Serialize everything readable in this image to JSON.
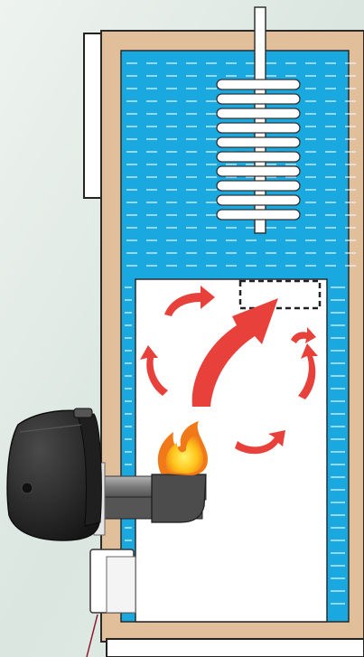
{
  "diagram": {
    "subject": "boiler-cross-section",
    "components": [
      {
        "id": "boiler-casing",
        "kind": "insulated-shell"
      },
      {
        "id": "water-jacket",
        "kind": "water"
      },
      {
        "id": "heat-exchanger-coil",
        "kind": "coil"
      },
      {
        "id": "combustion-chamber",
        "kind": "chamber"
      },
      {
        "id": "burner-unit",
        "kind": "burner"
      },
      {
        "id": "flame",
        "kind": "fire"
      },
      {
        "id": "flue-outlet",
        "kind": "dashed-outline"
      },
      {
        "id": "hot-gas-arrows",
        "kind": "circulation"
      }
    ]
  },
  "colors": {
    "background": "#e3ebe6",
    "casing": "#e2bf9b",
    "casing_outline": "#2a2a2a",
    "water": "#1aa8e0",
    "water_lines": "#e8f7ff",
    "chamber": "#ffffff",
    "arrows": "#e8413c",
    "burner_body": "#2c2c2c",
    "burner_pipe": "#8e8e8e",
    "flame_outer": "#f07a1a",
    "flame_inner": "#ffd21e"
  }
}
